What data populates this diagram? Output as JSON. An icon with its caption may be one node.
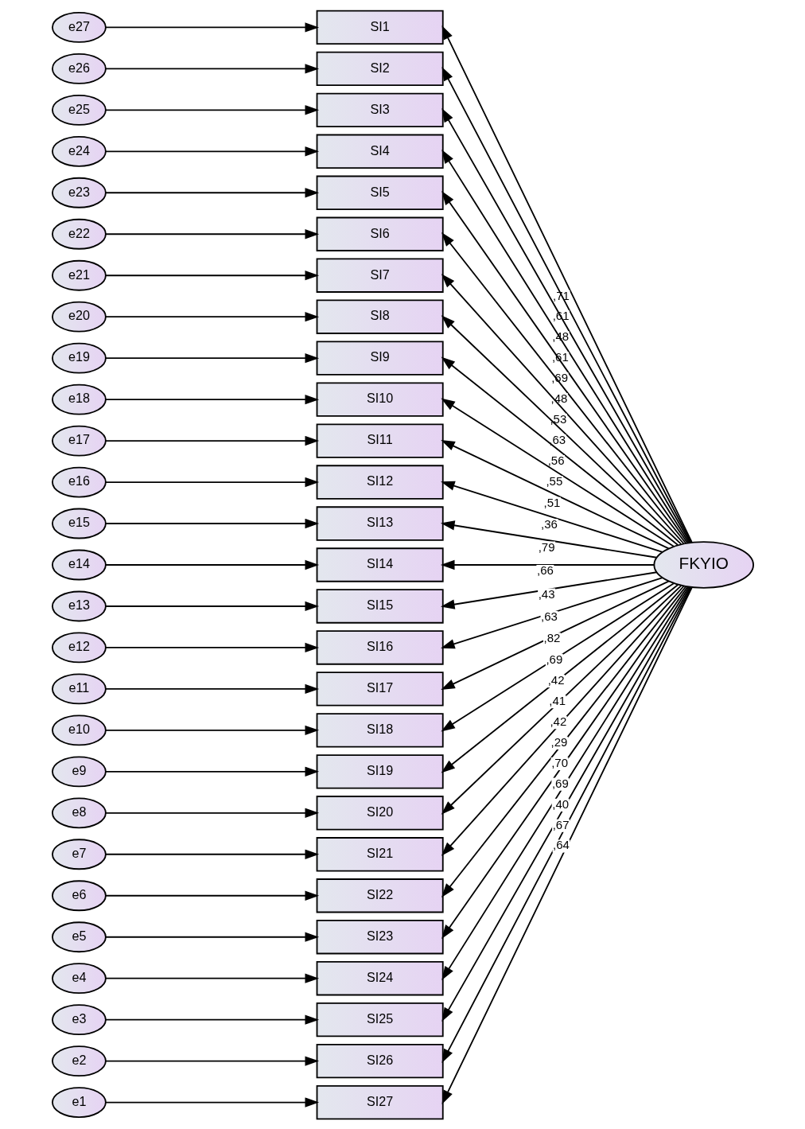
{
  "diagram": {
    "nodes": [
      {
        "text": [
          "e27"
        ]
      },
      {
        "text": [
          "SI1"
        ]
      },
      {
        "text": [
          "e26"
        ]
      },
      {
        "text": [
          "SI2"
        ]
      },
      {
        "text": [
          "e25"
        ]
      },
      {
        "text": [
          "SI3"
        ]
      },
      {
        "text": [
          "e24"
        ]
      },
      {
        "text": [
          "SI4"
        ]
      },
      {
        "text": [
          "e23"
        ]
      },
      {
        "text": [
          "SI5"
        ]
      },
      {
        "text": [
          "e22"
        ]
      },
      {
        "text": [
          "SI6"
        ]
      },
      {
        "text": [
          "e21"
        ]
      },
      {
        "text": [
          "SI7"
        ]
      },
      {
        "text": [
          "e20"
        ]
      },
      {
        "text": [
          "SI8"
        ]
      },
      {
        "text": [
          "e19"
        ]
      },
      {
        "text": [
          "SI9"
        ]
      },
      {
        "text": [
          "e18"
        ]
      },
      {
        "text": [
          "SI10"
        ]
      },
      {
        "text": [
          "e17"
        ]
      },
      {
        "text": [
          "SI11"
        ]
      },
      {
        "text": [
          "e16"
        ]
      },
      {
        "text": [
          "SI12"
        ]
      },
      {
        "text": [
          "e15"
        ]
      },
      {
        "text": [
          "SI13"
        ]
      },
      {
        "text": [
          "e14"
        ]
      },
      {
        "text": [
          "SI14"
        ]
      },
      {
        "text": [
          "e13"
        ]
      },
      {
        "text": [
          "SI15"
        ]
      },
      {
        "text": [
          "e12"
        ]
      },
      {
        "text": [
          "SI16"
        ]
      },
      {
        "text": [
          "e11"
        ]
      },
      {
        "text": [
          "SI17"
        ]
      },
      {
        "text": [
          "e10"
        ]
      },
      {
        "text": [
          "SI18"
        ]
      },
      {
        "text": [
          "e9"
        ]
      },
      {
        "text": [
          "SI19"
        ]
      },
      {
        "text": [
          "e8"
        ]
      },
      {
        "text": [
          "SI20"
        ]
      },
      {
        "text": [
          "e7"
        ]
      },
      {
        "text": [
          "SI21"
        ]
      },
      {
        "text": [
          "e6"
        ]
      },
      {
        "text": [
          "SI22"
        ]
      },
      {
        "text": [
          "e5"
        ]
      },
      {
        "text": [
          "SI23"
        ]
      },
      {
        "text": [
          "e4"
        ]
      },
      {
        "text": [
          "SI24"
        ]
      },
      {
        "text": [
          "e3"
        ]
      },
      {
        "text": [
          "SI25"
        ]
      },
      {
        "text": [
          "e2"
        ]
      },
      {
        "text": [
          "SI26"
        ]
      },
      {
        "text": [
          "e1"
        ]
      },
      {
        "text": [
          "SI27"
        ]
      },
      {
        "text": [
          "FKYIO"
        ]
      }
    ],
    "edges": [
      {
        "from": 0,
        "to": 1,
        "arrow": "to"
      },
      {
        "from": 2,
        "to": 3,
        "arrow": "to"
      },
      {
        "from": 4,
        "to": 5,
        "arrow": "to"
      },
      {
        "from": 6,
        "to": 7,
        "arrow": "to"
      },
      {
        "from": 8,
        "to": 9,
        "arrow": "to"
      },
      {
        "from": 10,
        "to": 11,
        "arrow": "to"
      },
      {
        "from": 12,
        "to": 13,
        "arrow": "to"
      },
      {
        "from": 14,
        "to": 15,
        "arrow": "to"
      },
      {
        "from": 16,
        "to": 17,
        "arrow": "to"
      },
      {
        "from": 18,
        "to": 19,
        "arrow": "to"
      },
      {
        "from": 20,
        "to": 21,
        "arrow": "to"
      },
      {
        "from": 22,
        "to": 23,
        "arrow": "to"
      },
      {
        "from": 24,
        "to": 25,
        "arrow": "to"
      },
      {
        "from": 26,
        "to": 27,
        "arrow": "to"
      },
      {
        "from": 28,
        "to": 29,
        "arrow": "to"
      },
      {
        "from": 30,
        "to": 31,
        "arrow": "to"
      },
      {
        "from": 32,
        "to": 33,
        "arrow": "to"
      },
      {
        "from": 34,
        "to": 35,
        "arrow": "to"
      },
      {
        "from": 36,
        "to": 37,
        "arrow": "to"
      },
      {
        "from": 38,
        "to": 39,
        "arrow": "to"
      },
      {
        "from": 40,
        "to": 41,
        "arrow": "to"
      },
      {
        "from": 42,
        "to": 43,
        "arrow": "to"
      },
      {
        "from": 44,
        "to": 45,
        "arrow": "to"
      },
      {
        "from": 46,
        "to": 47,
        "arrow": "to"
      },
      {
        "from": 48,
        "to": 49,
        "arrow": "to"
      },
      {
        "from": 50,
        "to": 51,
        "arrow": "to"
      },
      {
        "from": 52,
        "to": 53,
        "arrow": "to"
      },
      {
        "from": 54,
        "to": 1,
        "arrow": "to",
        "label": ",71"
      },
      {
        "from": 54,
        "to": 3,
        "arrow": "to",
        "label": ",61"
      },
      {
        "from": 54,
        "to": 5,
        "arrow": "to",
        "label": ",48"
      },
      {
        "from": 54,
        "to": 7,
        "arrow": "to",
        "label": ",61"
      },
      {
        "from": 54,
        "to": 9,
        "arrow": "to",
        "label": ",69"
      },
      {
        "from": 54,
        "to": 11,
        "arrow": "to",
        "label": ",48"
      },
      {
        "from": 54,
        "to": 13,
        "arrow": "to",
        "label": ",53"
      },
      {
        "from": 54,
        "to": 15,
        "arrow": "to",
        "label": ",63"
      },
      {
        "from": 54,
        "to": 17,
        "arrow": "to",
        "label": ",56"
      },
      {
        "from": 54,
        "to": 19,
        "arrow": "to",
        "label": ",55"
      },
      {
        "from": 54,
        "to": 21,
        "arrow": "to",
        "label": ",51"
      },
      {
        "from": 54,
        "to": 23,
        "arrow": "to",
        "label": ",36"
      },
      {
        "from": 54,
        "to": 25,
        "arrow": "to",
        "label": ",79"
      },
      {
        "from": 54,
        "to": 27,
        "arrow": "to",
        "label": ",66"
      },
      {
        "from": 54,
        "to": 29,
        "arrow": "to",
        "label": ",43"
      },
      {
        "from": 54,
        "to": 31,
        "arrow": "to",
        "label": ",63"
      },
      {
        "from": 54,
        "to": 33,
        "arrow": "to",
        "label": ",82"
      },
      {
        "from": 54,
        "to": 35,
        "arrow": "to",
        "label": ",69"
      },
      {
        "from": 54,
        "to": 37,
        "arrow": "to",
        "label": ",42"
      },
      {
        "from": 54,
        "to": 39,
        "arrow": "to",
        "label": ",41"
      },
      {
        "from": 54,
        "to": 41,
        "arrow": "to",
        "label": ",42"
      },
      {
        "from": 54,
        "to": 43,
        "arrow": "to",
        "label": ",29"
      },
      {
        "from": 54,
        "to": 45,
        "arrow": "to",
        "label": ",70"
      },
      {
        "from": 54,
        "to": 47,
        "arrow": "to",
        "label": ",69"
      },
      {
        "from": 54,
        "to": 49,
        "arrow": "to",
        "label": ",40"
      },
      {
        "from": 54,
        "to": 51,
        "arrow": "to",
        "label": ",67"
      },
      {
        "from": 54,
        "to": 53,
        "arrow": "to",
        "label": ",64"
      }
    ]
  }
}
